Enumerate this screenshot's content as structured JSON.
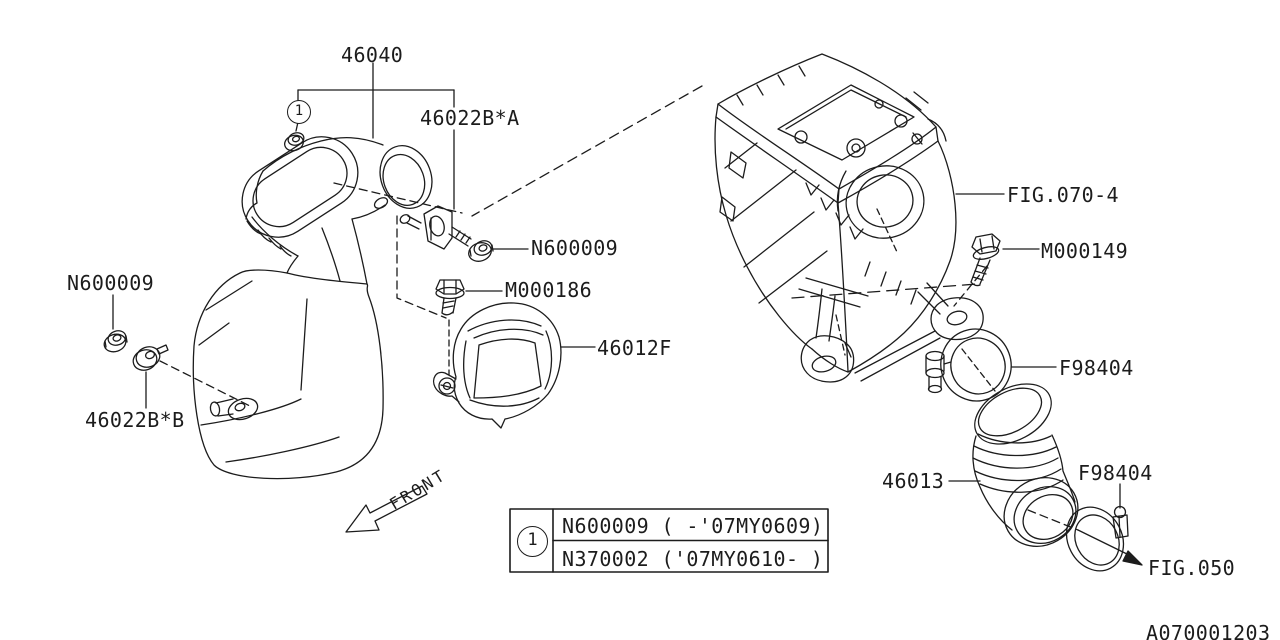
{
  "diagram": {
    "drawing_number": "A070001203",
    "front_indicator": "FRONT",
    "callout_1": "1"
  },
  "labels": {
    "air_intake_duct": "46040",
    "spacer_a": "46022B*A",
    "flange_nut_center": "N600009",
    "flange_bolt_m000186": "M000186",
    "air_duct_cover": "46012F",
    "flange_nut_left": "N600009",
    "cushion_b": "46022B*B",
    "air_cleaner_case_fig": "FIG.070-4",
    "flange_bolt_m000149": "M000149",
    "clamp_upper": "F98404",
    "air_intake_boot": "46013",
    "clamp_lower": "F98404",
    "throttle_body_fig": "FIG.050"
  },
  "legend": {
    "callout": "1",
    "rows": [
      {
        "text": "N600009 ( -'07MY0609)"
      },
      {
        "text": "N370002 ('07MY0610- )"
      }
    ]
  }
}
